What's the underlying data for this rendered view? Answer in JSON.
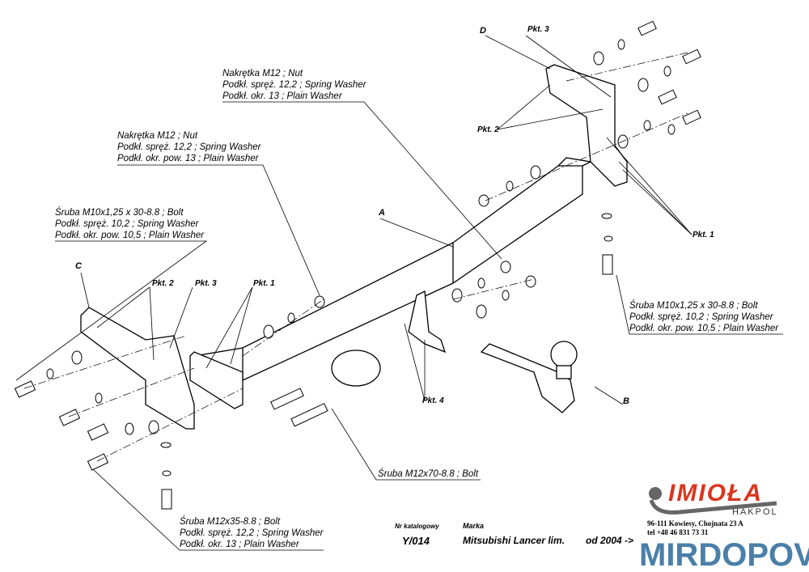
{
  "callouts": {
    "nut_top": [
      "Nakrętka  M12 ; Nut",
      "Podkł. spręż. 12,2 ; Spring Washer",
      "Podkł. okr.  13 ; Plain Washer"
    ],
    "nut_mid": [
      "Nakrętka  M12 ; Nut",
      "Podkł. spręż. 12,2 ; Spring Washer",
      "Podkł. okr. pow. 13 ; Plain Washer"
    ],
    "bolt_left": [
      "Śruba M10x1,25 x 30-8.8 ; Bolt",
      "Podkł. spręż. 10,2 ; Spring Washer",
      "Podkł. okr. pow. 10,5 ; Plain Washer"
    ],
    "bolt_right": [
      "Śruba M10x1,25 x 30-8.8 ; Bolt",
      "Podkł. spręż. 10,2 ; Spring Washer",
      "Podkł. okr. pow. 10,5 ; Plain Washer"
    ],
    "bolt_m12x70": "Śruba M12x70-8.8 ; Bolt",
    "bolt_m12x35": [
      "Śruba M12x35-8.8 ; Bolt",
      "Podkł. spręż. 12,2 ; Spring Washer",
      "Podkł. okr. 13 ; Plain Washer"
    ]
  },
  "part_letters": {
    "a": "A",
    "b": "B",
    "c": "C",
    "d": "D"
  },
  "points": {
    "pkt1": "Pkt. 1",
    "pkt2": "Pkt. 2",
    "pkt3": "Pkt. 3",
    "pkt4": "Pkt. 4"
  },
  "footer": {
    "catalog_label": "Nr katalogowy",
    "catalog_number": "Y/014",
    "make_label": "Marka",
    "make_value": "Mitsubishi Lancer lim.",
    "year": "od 2004 ->",
    "address": "96-111 Kowiesy, Chojnata 23 A",
    "phone": "tel +48 46 831 73 31"
  },
  "logo": {
    "brand": "IMIOŁA",
    "sub": "HAKPOL"
  },
  "watermark": "MIRDOPOV.RU",
  "colors": {
    "logo_red": "#d9361e",
    "watermark": "#4a7fa8"
  }
}
